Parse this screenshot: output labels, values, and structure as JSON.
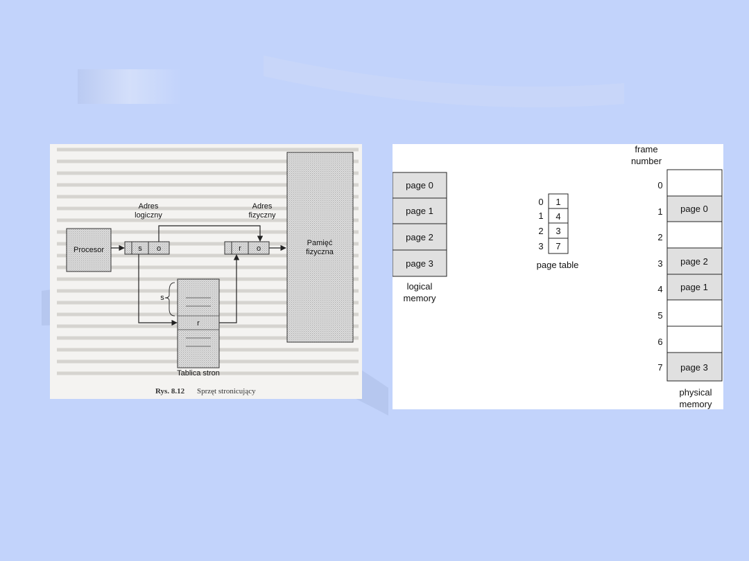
{
  "left_figure": {
    "processor": "Procesor",
    "logical_address_line1": "Adres",
    "logical_address_line2": "logiczny",
    "physical_address_line1": "Adres",
    "physical_address_line2": "fizyczny",
    "field_s": "s",
    "field_o": "o",
    "field_r": "r",
    "field_o2": "o",
    "memory_line1": "Pamięć",
    "memory_line2": "fizyczna",
    "brace_label": "s",
    "table_entry": "r",
    "table_label": "Tablica stron",
    "caption_number": "Rys. 8.12",
    "caption_text": "Sprzęt stronicujący"
  },
  "right_figure": {
    "frame_number_line1": "frame",
    "frame_number_line2": "number",
    "logical_memory": {
      "pages": [
        "page 0",
        "page 1",
        "page 2",
        "page 3"
      ],
      "label_line1": "logical",
      "label_line2": "memory"
    },
    "page_table": {
      "indices": [
        "0",
        "1",
        "2",
        "3"
      ],
      "frames": [
        "1",
        "4",
        "3",
        "7"
      ],
      "label": "page table"
    },
    "physical_memory": {
      "frame_numbers": [
        "0",
        "1",
        "2",
        "3",
        "4",
        "5",
        "6",
        "7"
      ],
      "contents": [
        "",
        "page 0",
        "",
        "page 2",
        "page 1",
        "",
        "",
        "page 3"
      ],
      "label_line1": "physical",
      "label_line2": "memory"
    }
  }
}
